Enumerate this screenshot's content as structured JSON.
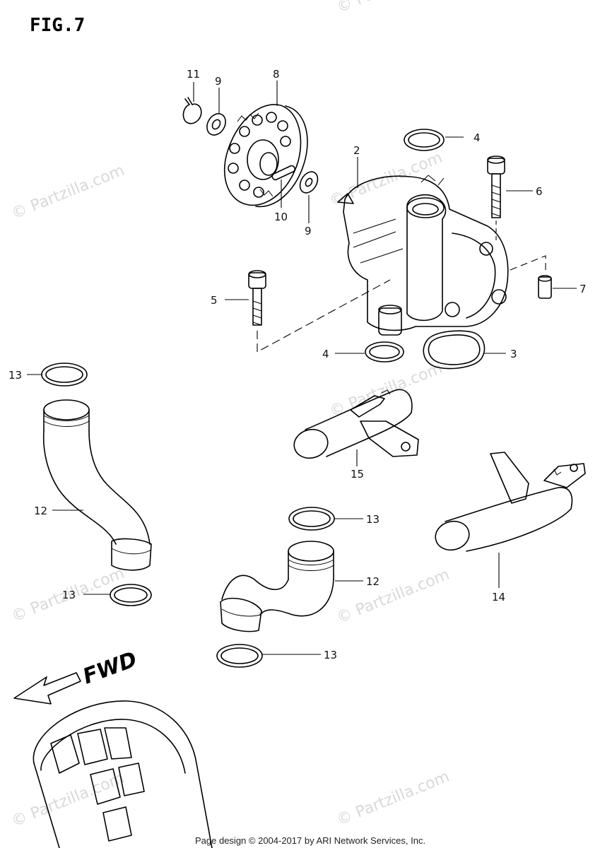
{
  "figure": {
    "title": "FIG.7"
  },
  "direction_label": "FWD",
  "watermark": "© Partzilla.com",
  "footer": "Page design © 2004-2017 by ARI Network Services, Inc.",
  "callouts": [
    "11",
    "9",
    "8",
    "4",
    "2",
    "6",
    "10",
    "9",
    "5",
    "7",
    "4",
    "3",
    "13",
    "15",
    "12",
    "13",
    "12",
    "14",
    "13",
    "13"
  ]
}
